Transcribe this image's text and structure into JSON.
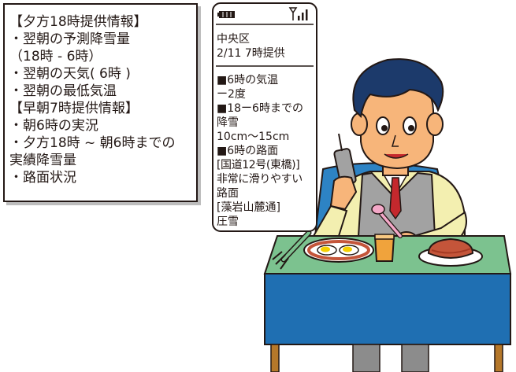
{
  "info_box": {
    "lines": [
      "【夕方18時提供情報】",
      "・翌朝の予測降雪量",
      "（18時 - 6時）",
      "・翌朝の天気( 6時 )",
      "・翌朝の最低気温",
      "【早朝7時提供情報】",
      "・朝6時の実況",
      "・夕方18時 ~ 朝6時までの",
      " 実績降雪量",
      "・路面状況"
    ]
  },
  "phone": {
    "area": "中央区",
    "time_label": "2/11 7時提供",
    "body_lines": [
      "■6時の気温",
      "ー2度",
      "■18ー6時までの",
      "降雪",
      "10cm〜15cm",
      "■6時の路面",
      "[国道12号(東橋)]",
      "非常に滑りやすい",
      "路面",
      "[藻岩山麓通]",
      "圧雪"
    ]
  },
  "colors": {
    "outline": "#231815",
    "table_top": "#7cc28f",
    "table_front": "#1f6fb2",
    "table_legs": "#b5782a",
    "chair": "#2d83c4",
    "skin": "#f7b57a",
    "hair": "#1c3a6b",
    "vest": "#a2a2a2",
    "shirt": "#f3efb0",
    "tie": "#c4282d",
    "plate_rim": "#c4553a"
  },
  "icons": [
    "battery-icon",
    "signal-antenna-icon"
  ]
}
